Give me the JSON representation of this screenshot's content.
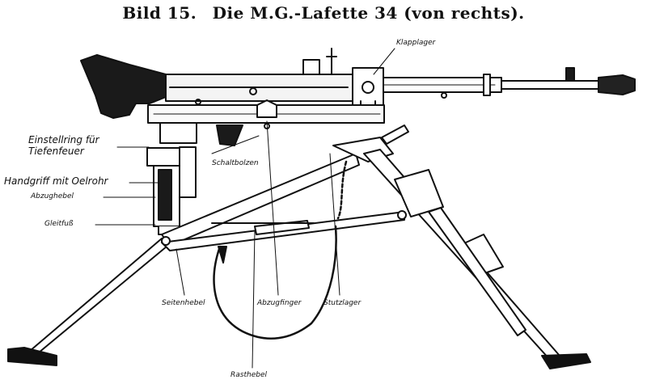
{
  "title": {
    "number": "Bild 15.",
    "text": "Die M.G.-Lafette 34 (von rechts)."
  },
  "labels": {
    "klapplager": "Klapplager",
    "einstellring_1": "Einstellring für",
    "einstellring_2": "Tiefenfeuer",
    "handgriff": "Handgriff mit Oelrohr",
    "abzughebel": "Abzughebel",
    "gleitfuss": "Gleitfuß",
    "schaltbolzen": "Schaltbolzen",
    "seitenhebel": "Seitenhebel",
    "abzugfinger": "Abzugfinger",
    "stutzlager": "Stutzlager",
    "rasthebel": "Rasthebel"
  }
}
